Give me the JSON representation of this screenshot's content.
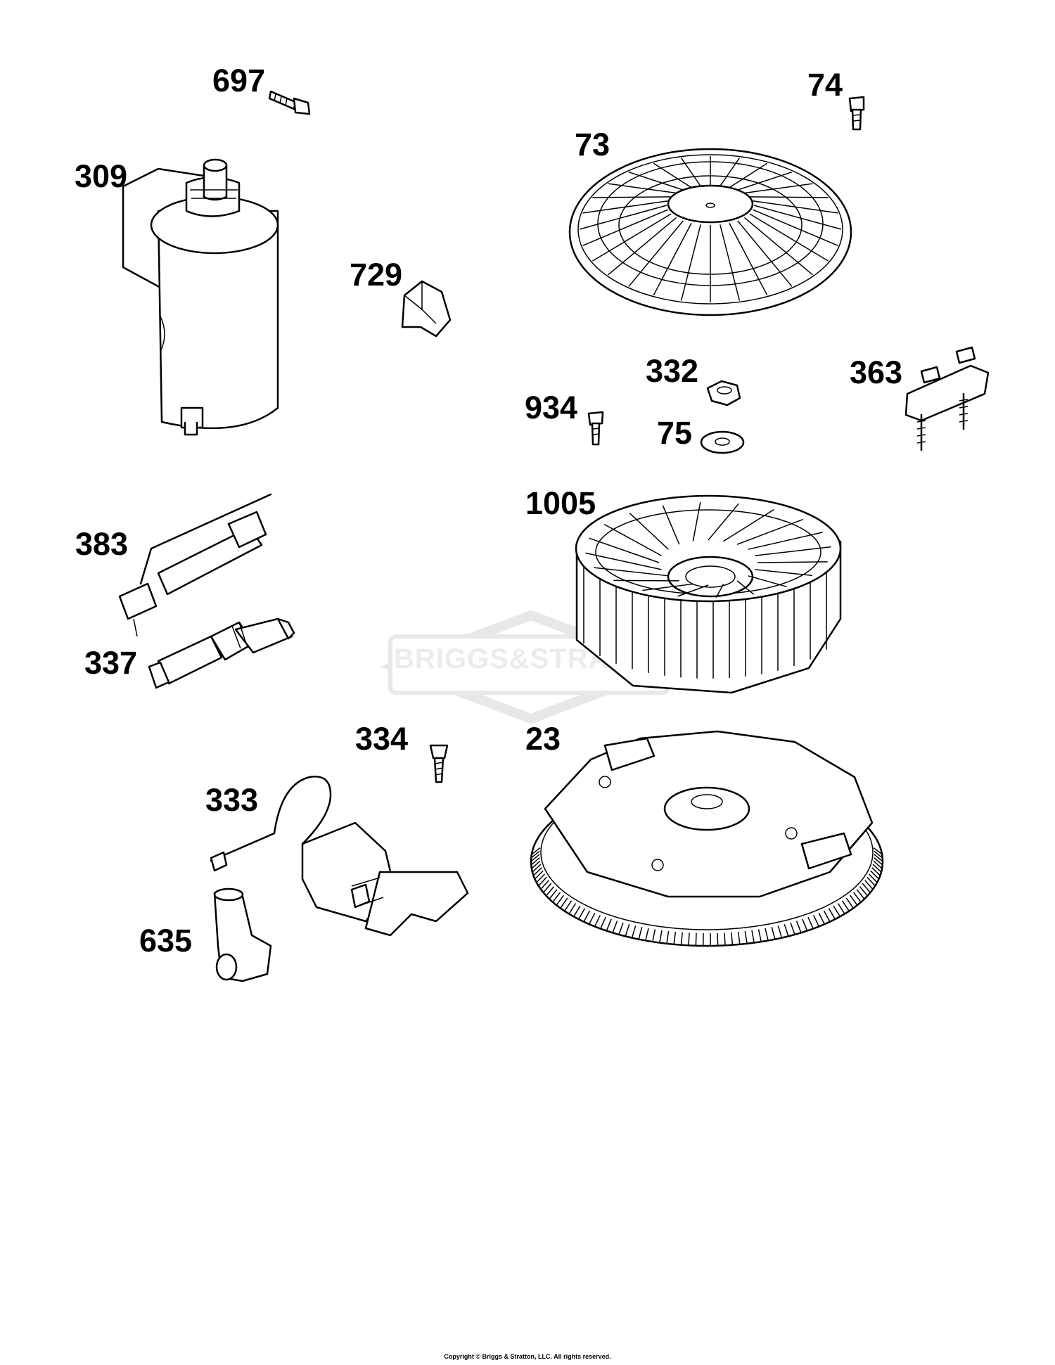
{
  "watermark": {
    "brand_text": "BRIGGS&STRATTON"
  },
  "callouts": [
    {
      "id": "c697",
      "label": "697"
    },
    {
      "id": "c309",
      "label": "309"
    },
    {
      "id": "c729",
      "label": "729"
    },
    {
      "id": "c383",
      "label": "383"
    },
    {
      "id": "c337",
      "label": "337"
    },
    {
      "id": "c334",
      "label": "334"
    },
    {
      "id": "c333",
      "label": "333"
    },
    {
      "id": "c635",
      "label": "635"
    },
    {
      "id": "c74",
      "label": "74"
    },
    {
      "id": "c73",
      "label": "73"
    },
    {
      "id": "c332",
      "label": "332"
    },
    {
      "id": "c363",
      "label": "363"
    },
    {
      "id": "c934",
      "label": "934"
    },
    {
      "id": "c75",
      "label": "75"
    },
    {
      "id": "c1005",
      "label": "1005"
    },
    {
      "id": "c23",
      "label": "23"
    }
  ],
  "footer": {
    "copyright": "Copyright © Briggs & Stratton, LLC. All rights reserved."
  }
}
